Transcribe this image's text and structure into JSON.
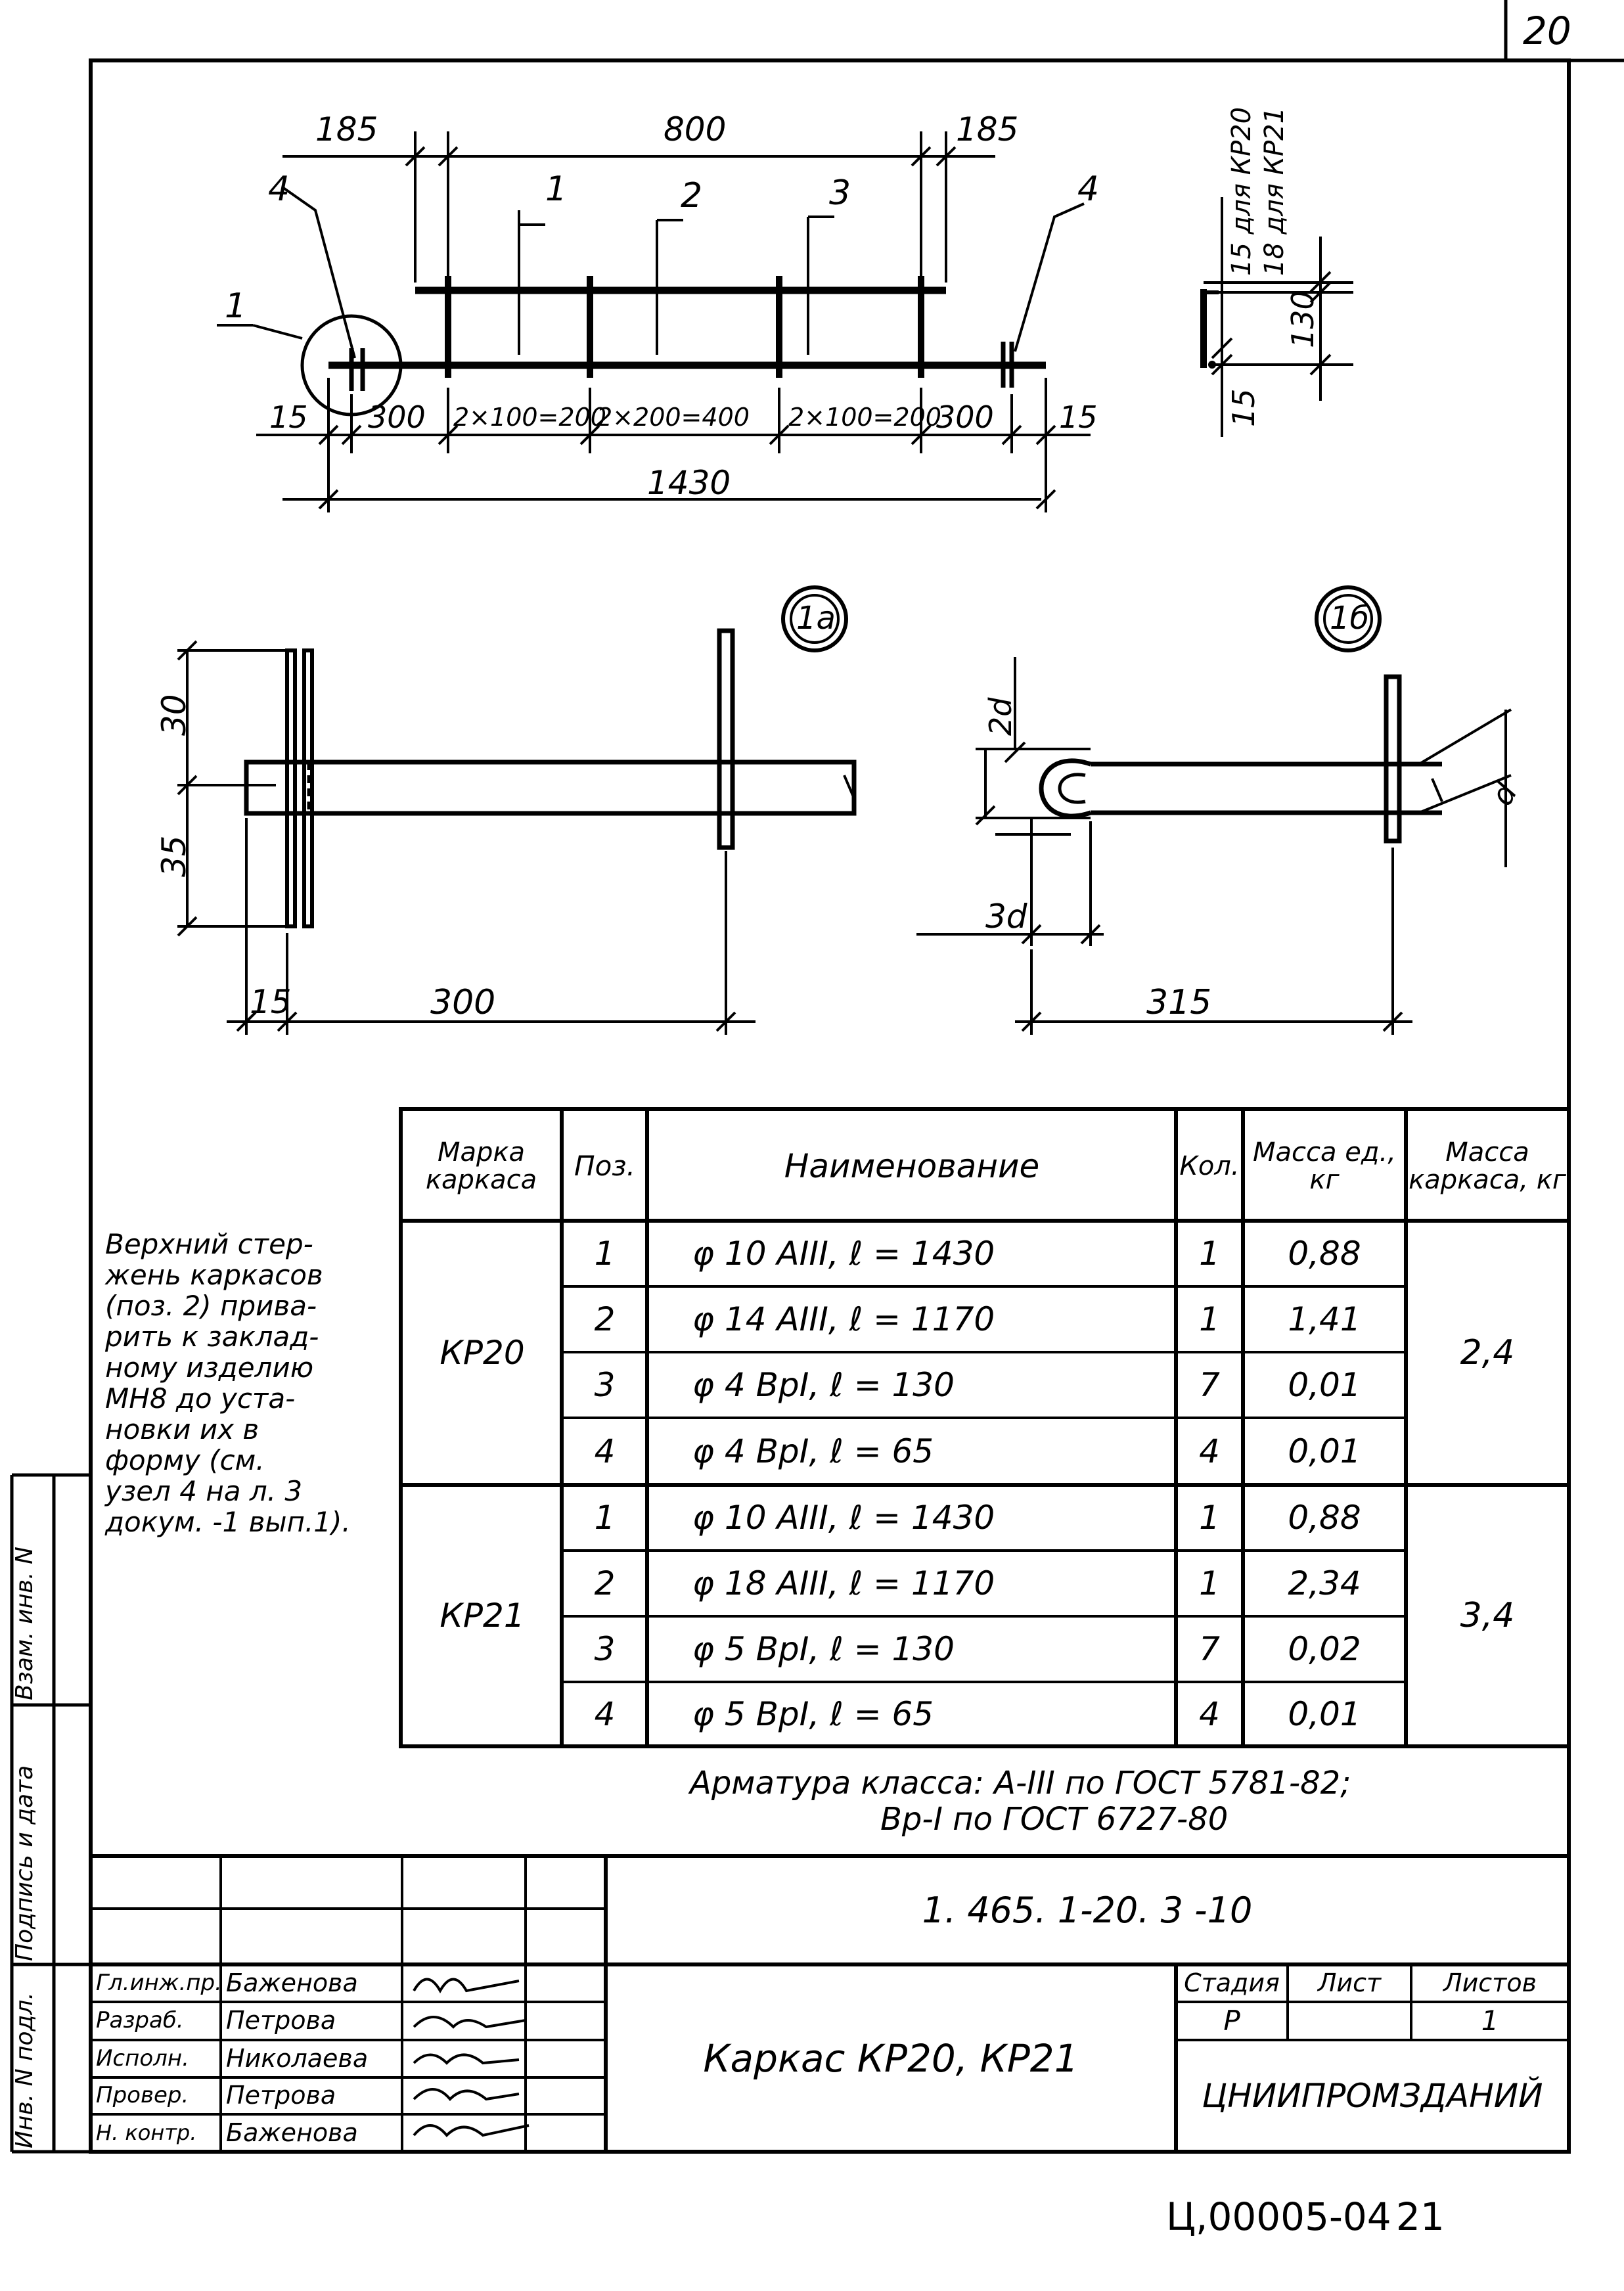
{
  "page_number": "20",
  "elevation": {
    "dims_top": [
      "185",
      "800",
      "185"
    ],
    "positions": [
      "4",
      "1",
      "2",
      "3",
      "4"
    ],
    "node_marker": "1",
    "dims_bottom": [
      "15",
      "300",
      "2×100=200",
      "2×200=400",
      "2×100=200",
      "300",
      "15"
    ],
    "total_length": "1430"
  },
  "section": {
    "dim_top_a": "15 для КР20",
    "dim_top_b": "18 для КР21",
    "dim_mid": "130",
    "dim_bot": "15"
  },
  "detail_1a": {
    "marker": "1а",
    "dims": [
      "30",
      "35",
      "15",
      "300"
    ]
  },
  "detail_1b": {
    "marker": "1б",
    "dims": [
      "2d",
      "d",
      "3d",
      "315"
    ]
  },
  "spec_table": {
    "headers": {
      "mark": "Марка каркаса",
      "pos": "Поз.",
      "name": "Наименование",
      "qty": "Кол.",
      "unit_mass": "Масса ед., кг",
      "frame_mass": "Масса каркаса, кг"
    },
    "groups": [
      {
        "mark": "КР20",
        "frame_mass": "2,4",
        "rows": [
          {
            "pos": "1",
            "name": "φ 10 AIII,   ℓ = 1430",
            "qty": "1",
            "mass": "0,88"
          },
          {
            "pos": "2",
            "name": "φ 14 AIII,   ℓ = 1170",
            "qty": "1",
            "mass": "1,41"
          },
          {
            "pos": "3",
            "name": "φ 4 ВрI,   ℓ = 130",
            "qty": "7",
            "mass": "0,01"
          },
          {
            "pos": "4",
            "name": "φ 4 ВрI,   ℓ = 65",
            "qty": "4",
            "mass": "0,01"
          }
        ]
      },
      {
        "mark": "КР21",
        "frame_mass": "3,4",
        "rows": [
          {
            "pos": "1",
            "name": "φ 10 AIII,   ℓ = 1430",
            "qty": "1",
            "mass": "0,88"
          },
          {
            "pos": "2",
            "name": "φ 18 AIII,   ℓ = 1170",
            "qty": "1",
            "mass": "2,34"
          },
          {
            "pos": "3",
            "name": "φ 5 ВрI,   ℓ = 130",
            "qty": "7",
            "mass": "0,02"
          },
          {
            "pos": "4",
            "name": "φ 5 ВрI,   ℓ = 65",
            "qty": "4",
            "mass": "0,01"
          }
        ]
      }
    ]
  },
  "side_note": [
    "Верхний стер-",
    "жень каркасов",
    "(поз. 2) прива-",
    "рить к заклад-",
    "ному изделию",
    "МН8 до уста-",
    "новки их в",
    "форму (см.",
    "узел 4 на л. 3",
    "докум. -1 вып.1)."
  ],
  "reinforcement_note": {
    "line1": "Арматура класса:  А-III по ГОСТ 5781-82;",
    "line2": "Вр-I по ГОСТ 6727-80"
  },
  "left_margin": {
    "inv_podl": "Инв. N подл.",
    "signature_date": "Подпись и дата",
    "vzam_inv": "Взам. инв. N"
  },
  "title_block": {
    "doc_code": "1. 465. 1-20. 3 -10",
    "sheet_title": "Каркас КР20, КР21",
    "staff": [
      {
        "role": "Гл.инж.пр.",
        "name": "Баженова"
      },
      {
        "role": "Разраб.",
        "name": "Петрова"
      },
      {
        "role": "Исполн.",
        "name": "Николаева"
      },
      {
        "role": "Провер.",
        "name": "Петрова"
      },
      {
        "role": "Н. контр.",
        "name": "Баженова"
      }
    ],
    "stage_label": "Стадия",
    "sheet_label": "Лист",
    "sheets_label": "Листов",
    "stage_value": "Р",
    "sheets_value": "1",
    "organization": "ЦНИИПРОМЗДАНИЙ"
  },
  "footer": {
    "archive_code": "Ц,00005-04",
    "page": "21"
  }
}
